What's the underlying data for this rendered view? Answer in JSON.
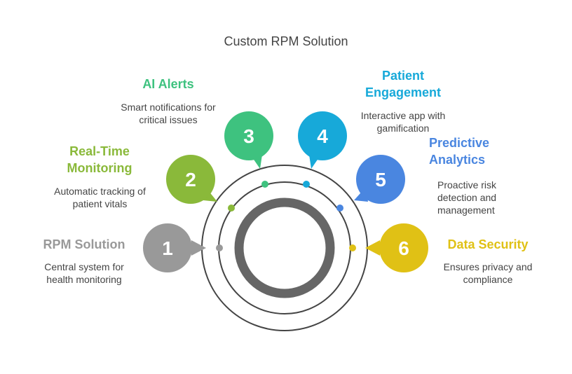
{
  "title": "Custom RPM Solution",
  "items": [
    {
      "number": "1",
      "heading": "RPM Solution",
      "description": "Central system for health monitoring",
      "color": "#999999"
    },
    {
      "number": "2",
      "heading": "Real-Time Monitoring",
      "description": "Automatic tracking of patient vitals",
      "color": "#8ab93a"
    },
    {
      "number": "3",
      "heading": "AI Alerts",
      "description": "Smart notifications for critical issues",
      "color": "#3ec27f"
    },
    {
      "number": "4",
      "heading": "Patient Engagement",
      "description": "Interactive app with gamification",
      "color": "#17a9d9"
    },
    {
      "number": "5",
      "heading": "Predictive Analytics",
      "description": "Proactive risk detection and management",
      "color": "#4a86e0"
    },
    {
      "number": "6",
      "heading": "Data Security",
      "description": "Ensures privacy and compliance",
      "color": "#e0c115"
    }
  ]
}
